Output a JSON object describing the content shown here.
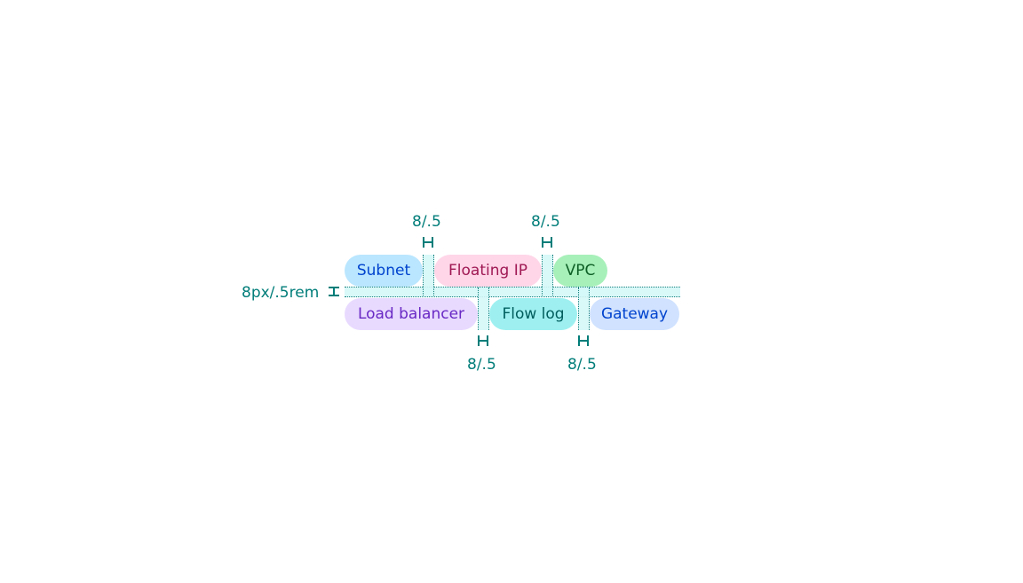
{
  "tags": [
    {
      "label": "Subnet",
      "bg": "#bae6ff",
      "fg": "#0043ce"
    },
    {
      "label": "Floating IP",
      "bg": "#ffd6e8",
      "fg": "#9f1853"
    },
    {
      "label": "VPC",
      "bg": "#a7f0ba",
      "fg": "#0e6027"
    },
    {
      "label": "Load balancer",
      "bg": "#e8daff",
      "fg": "#6929c4"
    },
    {
      "label": "Flow log",
      "bg": "#9ef0f0",
      "fg": "#005d5d"
    },
    {
      "label": "Gateway",
      "bg": "#d0e2ff",
      "fg": "#0043ce"
    }
  ],
  "annotations": {
    "row_gap": "8px/.5rem",
    "top_left": "8/.5",
    "top_right": "8/.5",
    "bottom_left": "8/.5",
    "bottom_right": "8/.5"
  },
  "accent": "#007d79"
}
